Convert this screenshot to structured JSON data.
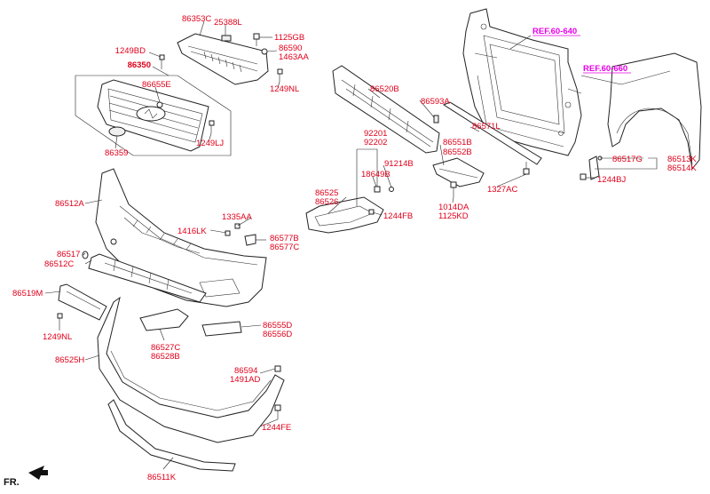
{
  "diagram": {
    "title": "Front bumper exploded parts diagram",
    "label_color": "#e0001b",
    "ref_color": "#e600e6",
    "line_color": "#222222"
  },
  "labels": {
    "p86353C": "86353C",
    "p25388L": "25388L",
    "p1249BD": "1249BD",
    "p1125GB": "1125GB",
    "p86590": "86590",
    "p1463AA": "1463AA",
    "p86350": "86350",
    "p1249NL_top": "1249NL",
    "p86655E": "86655E",
    "p1249LJ": "1249LJ",
    "p86359": "86359",
    "p86520B": "86520B",
    "p86593A": "86593A",
    "p86571L": "86571L",
    "p92201": "92201",
    "p92202": "92202",
    "p91214B": "91214B",
    "p18649B": "18649B",
    "p86551B": "86551B",
    "p86552B": "86552B",
    "p1327AC": "1327AC",
    "p86525": "86525",
    "p86526": "86526",
    "p1244FB": "1244FB",
    "p1014DA": "1014DA",
    "p1125KD": "1125KD",
    "p86517G": "86517G",
    "p86513K": "86513K",
    "p86514K": "86514K",
    "p1244BJ": "1244BJ",
    "p86512A": "86512A",
    "p1335AA": "1335AA",
    "p1416LK": "1416LK",
    "p86577B": "86577B",
    "p86577C": "86577C",
    "p86517": "86517",
    "p86512C": "86512C",
    "p86519M": "86519M",
    "p1249NL_bot": "1249NL",
    "p86555D": "86555D",
    "p86556D": "86556D",
    "p86527C": "86527C",
    "p86528B": "86528B",
    "p86525H": "86525H",
    "p86594": "86594",
    "p1491AD": "1491AD",
    "p1244FE": "1244FE",
    "p86511K": "86511K"
  },
  "refs": {
    "ref640": "REF.60-640",
    "ref660": "REF.60-660"
  },
  "direction": {
    "front_label": "FR."
  }
}
